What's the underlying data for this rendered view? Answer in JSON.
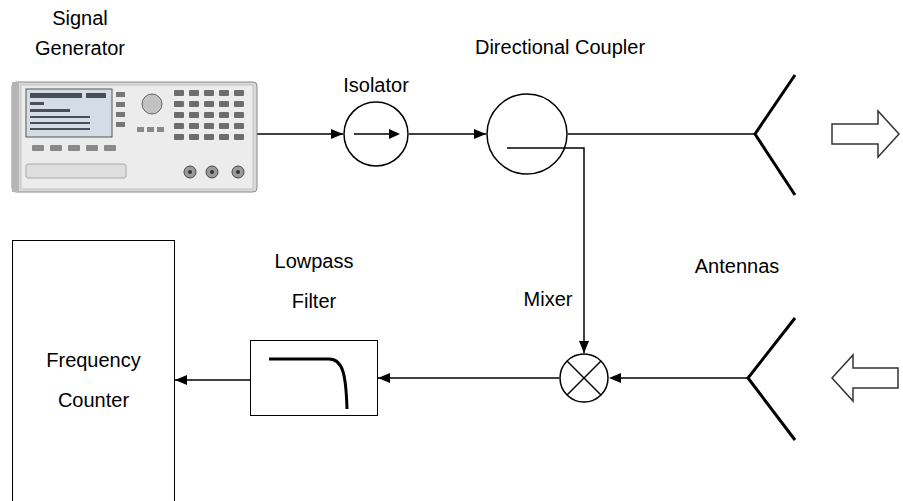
{
  "diagram": {
    "nodes": [
      {
        "text": [
          "Signal Generator"
        ]
      },
      {
        "text": [
          "Isolator"
        ]
      },
      {
        "text": [
          "Directional Coupler"
        ]
      },
      {
        "text": [
          "Frequency Counter"
        ]
      },
      {
        "text": [
          "Lowpass Filter"
        ]
      },
      {
        "text": [
          "Mixer"
        ]
      }
    ],
    "edges": [
      {
        "from": 0,
        "to": 1,
        "arrow": "to"
      },
      {
        "from": 1,
        "to": 2,
        "arrow": "to"
      },
      {
        "from": 2,
        "to": 5,
        "arrow": "to"
      },
      {
        "from": 5,
        "to": 4,
        "arrow": "to"
      },
      {
        "from": 4,
        "to": 3,
        "arrow": "to"
      }
    ],
    "labels": [
      "Antennas"
    ]
  }
}
